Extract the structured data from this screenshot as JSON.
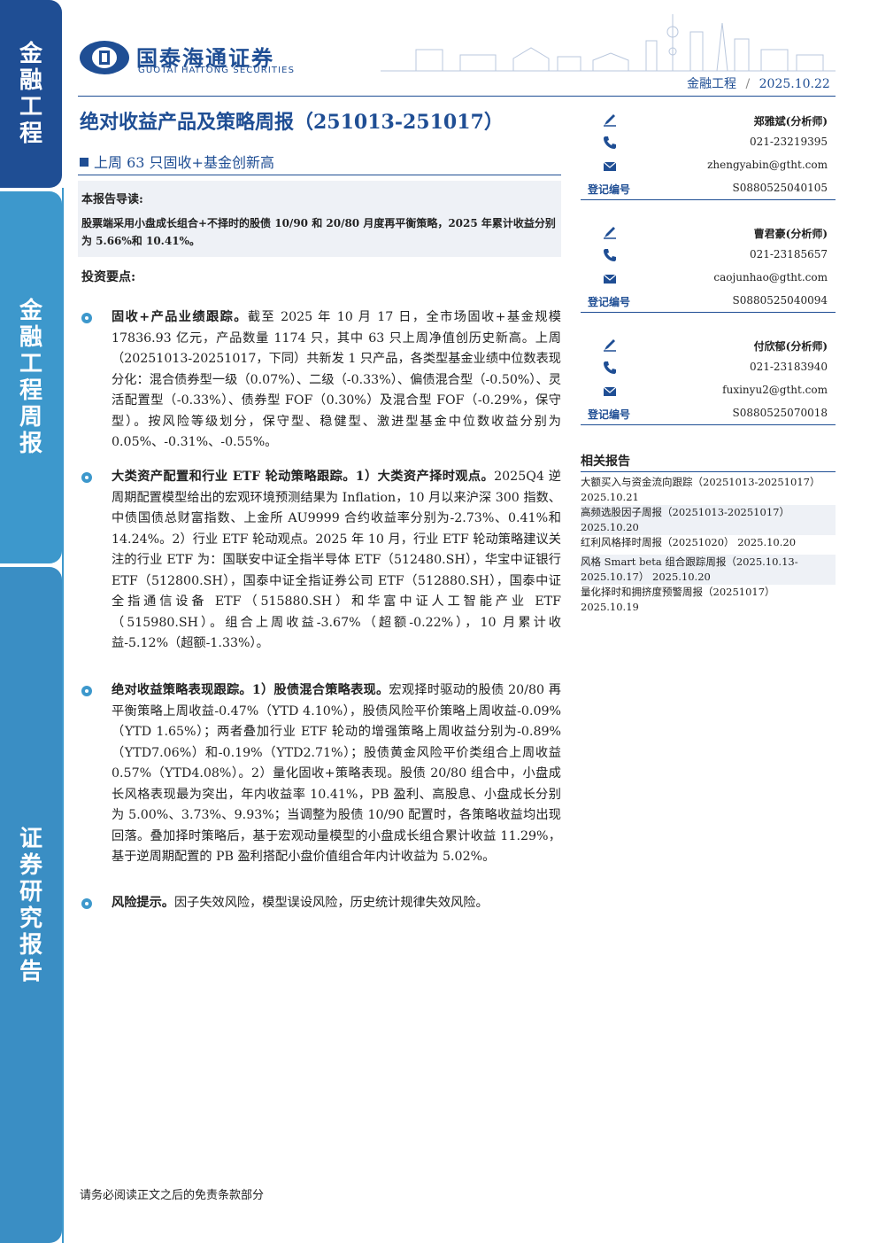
{
  "side_tabs": {
    "tab1": [
      "金",
      "融",
      "工",
      "程"
    ],
    "tab2": [
      "金",
      "融",
      "工",
      "程",
      "周",
      "报"
    ],
    "tab3": [
      "证",
      "券",
      "研",
      "究",
      "报",
      "告"
    ]
  },
  "header": {
    "logo_cn": "国泰海通证券",
    "logo_en": "GUOTAI HAITONG SECURITIES",
    "category": "金融工程",
    "separator": "/",
    "date": "2025.10.22",
    "brand_color": "#1f4e94",
    "accent_color": "#3d98cc"
  },
  "title": "绝对收益产品及策略周报（251013-251017）",
  "subtitle": "上周 63 只固收+基金创新高",
  "guide": {
    "heading": "本报告导读:",
    "text": "股票端采用小盘成长组合+不择时的股债 10/90 和 20/80 月度再平衡策略，2025 年累计收益分别为 5.66%和 10.41%。"
  },
  "points_heading": "投资要点:",
  "points": [
    {
      "lead": "固收+产品业绩跟踪。",
      "body": "截至 2025 年 10 月 17 日，全市场固收+基金规模 17836.93 亿元，产品数量 1174 只，其中 63 只上周净值创历史新高。上周（20251013-20251017，下同）共新发 1 只产品，各类型基金业绩中位数表现分化：混合债券型一级（0.07%）、二级（-0.33%）、偏债混合型（-0.50%）、灵活配置型（-0.33%）、债券型 FOF（0.30%）及混合型 FOF（-0.29%，保守型）。按风险等级划分，保守型、稳健型、激进型基金中位数收益分别为 0.05%、-0.31%、-0.55%。"
    },
    {
      "lead": "大类资产配置和行业 ETF 轮动策略跟踪。1）大类资产择时观点。",
      "body": "2025Q4 逆周期配置模型给出的宏观环境预测结果为 Inflation，10 月以来沪深 300 指数、中债国债总财富指数、上金所 AU9999 合约收益率分别为-2.73%、0.41%和 14.24%。2）行业 ETF 轮动观点。2025 年 10 月，行业 ETF 轮动策略建议关注的行业 ETF 为：国联安中证全指半导体 ETF（512480.SH），华宝中证银行 ETF（512800.SH），国泰中证全指证券公司 ETF（512880.SH），国泰中证全指通信设备 ETF（515880.SH）和华富中证人工智能产业 ETF（515980.SH）。组合上周收益-3.67%（超额-0.22%），10 月累计收益-5.12%（超额-1.33%）。"
    },
    {
      "lead": "绝对收益策略表现跟踪。1）股债混合策略表现。",
      "body": "宏观择时驱动的股债 20/80 再平衡策略上周收益-0.47%（YTD 4.10%），股债风险平价策略上周收益-0.09%（YTD 1.65%）；两者叠加行业 ETF 轮动的增强策略上周收益分别为-0.89%（YTD7.06%）和-0.19%（YTD2.71%）；股债黄金风险平价类组合上周收益 0.57%（YTD4.08%）。2）量化固收+策略表现。股债 20/80 组合中，小盘成长风格表现最为突出，年内收益率 10.41%，PB 盈利、高股息、小盘成长分别为 5.00%、3.73%、9.93%；当调整为股债 10/90 配置时，各策略收益均出现回落。叠加择时策略后，基于宏观动量模型的小盘成长组合累计收益 11.29%，基于逆周期配置的 PB 盈利搭配小盘价值组合年内计收益为 5.02%。"
    },
    {
      "lead": "风险提示。",
      "body": "因子失效风险，模型误设风险，历史统计规律失效风险。"
    }
  ],
  "analysts": [
    {
      "name": "郑雅斌(分析师)",
      "phone": "021-23219395",
      "email": "zhengyabin@gtht.com",
      "reg_label": "登记编号",
      "reg": "S0880525040105"
    },
    {
      "name": "曹君豪(分析师)",
      "phone": "021-23185657",
      "email": "caojunhao@gtht.com",
      "reg_label": "登记编号",
      "reg": "S0880525040094"
    },
    {
      "name": "付欣郁(分析师)",
      "phone": "021-23183940",
      "email": "fuxinyu2@gtht.com",
      "reg_label": "登记编号",
      "reg": "S0880525070018"
    }
  ],
  "related": {
    "heading": "相关报告",
    "items": [
      "大额买入与资金流向跟踪（20251013-20251017） 2025.10.21",
      "高频选股因子周报（20251013-20251017） 2025.10.20",
      "红利风格择时周报（20251020） 2025.10.20",
      "风格 Smart beta 组合跟踪周报（2025.10.13-2025.10.17） 2025.10.20",
      "量化择时和拥挤度预警周报（20251017） 2025.10.19"
    ]
  },
  "footer": "请务必阅读正文之后的免责条款部分"
}
